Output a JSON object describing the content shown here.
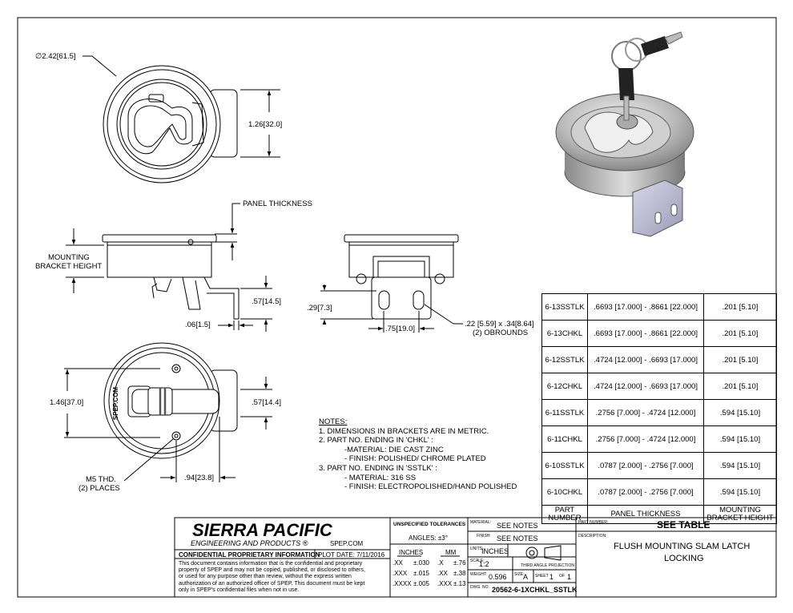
{
  "dimensions": {
    "top_diameter": "∅2.42",
    "top_diameter_mm": "61.5",
    "top_height": "1.26",
    "top_height_mm": "32.0",
    "panel_thickness": "PANEL THICKNESS",
    "mounting_bracket_height_1": "MOUNTING",
    "mounting_bracket_height_2": "BRACKET HEIGHT",
    "side_height": ".57",
    "side_height_mm": "14.5",
    "side_offset": ".06",
    "side_offset_mm": "1.5",
    "front_height": ".29",
    "front_height_mm": "7.3",
    "front_width": ".75",
    "front_width_mm": "19.0",
    "obround_size": ".22 [5.59] x .34[8.64]",
    "obround_count": "(2) OBROUNDS",
    "bottom_height": "1.46",
    "bottom_height_mm": "37.0",
    "bottom_right_height": ".57",
    "bottom_right_height_mm": "14.4",
    "bottom_width": ".94",
    "bottom_width_mm": "23.8",
    "thread": "M5 THD.",
    "thread_places": "(2) PLACES",
    "face_text": "SPEP.COM"
  },
  "notes": {
    "title": "NOTES:",
    "lines": [
      "1.   DIMENSIONS IN BRACKETS ARE IN METRIC.",
      "2.   PART NO. ENDING IN 'CHKL' :",
      "        -MATERIAL: DIE CAST ZINC",
      "        - FINISH: POLISHED/ CHROME PLATED",
      "3.   PART NO. ENDING IN 'SSTLK' :",
      "        - MATERIAL: 316 SS",
      "        - FINISH: ELECTROPOLISHED/HAND POLISHED"
    ]
  },
  "parts_table": {
    "rows": [
      {
        "part": "6-13SSTLK",
        "thickness": ".6693 [17.000] - .8661 [22.000]",
        "bracket": ".201 [5.10]"
      },
      {
        "part": "6-13CHKL",
        "thickness": ".6693 [17.000] - .8661 [22.000]",
        "bracket": ".201 [5.10]"
      },
      {
        "part": "6-12SSTLK",
        "thickness": ".4724 [12.000] - .6693 [17.000]",
        "bracket": ".201 [5.10]"
      },
      {
        "part": "6-12CHKL",
        "thickness": ".4724 [12.000] - .6693 [17.000]",
        "bracket": ".201 [5.10]"
      },
      {
        "part": "6-11SSTLK",
        "thickness": ".2756 [7.000] - .4724 [12.000]",
        "bracket": ".594 [15.10]"
      },
      {
        "part": "6-11CHKL",
        "thickness": ".2756 [7.000] - .4724 [12.000]",
        "bracket": ".594 [15.10]"
      },
      {
        "part": "6-10SSTLK",
        "thickness": ".0787 [2.000] - .2756 [7.000]",
        "bracket": ".594 [15.10]"
      },
      {
        "part": "6-10CHKL",
        "thickness": ".0787 [2.000] - .2756 [7.000]",
        "bracket": ".594 [15.10]"
      }
    ],
    "header": {
      "part_1": "PART",
      "part_2": "NUMBER",
      "thickness": "PANEL THICKNESS",
      "bracket_1": "MOUNTING",
      "bracket_2": "BRACKET HEIGHT"
    }
  },
  "title_block": {
    "company": "SIERRA PACIFIC",
    "subtitle": "ENGINEERING AND PRODUCTS",
    "registered": "®",
    "website": "SPEP.COM",
    "confidential_title": "CONFIDENTIAL PROPRIETARY INFORMATION",
    "plot_date": "PLOT DATE: 7/11/2016",
    "confidential_text": [
      "This document contains information that is the confidential and proprietary",
      "property of SPEP and may not be copied, published, or disclosed to others,",
      "or used for any purpose  other than review, without the express written",
      "authorization of an authorized officer of SPEP. This document must be kept",
      "only in SPEP's confidential files when not in use."
    ],
    "tolerances_title": "UNSPECIFIED TOLERANCES",
    "angles": "ANGLES: ±3°",
    "inches": "INCHES",
    "mm": "MM",
    "tol_rows": [
      {
        "in": ".XX",
        "in_tol": "±.030",
        "mm": ".X",
        "mm_tol": "±.76"
      },
      {
        "in": ".XXX",
        "in_tol": "±.015",
        "mm": ".XX",
        "mm_tol": "±.38"
      },
      {
        "in": ".XXXX",
        "in_tol": "±.005",
        "mm": ".XXX",
        "mm_tol": "±.13"
      }
    ],
    "material_label": "MATERIAL:",
    "material": "SEE NOTES",
    "finish_label": "FINISH:",
    "finish": "SEE NOTES",
    "units_label": "UNITS:",
    "units": "INCHES",
    "scale_label": "SCALE:",
    "scale": "1:2",
    "projection": "THIRD ANGLE PROJECTION",
    "weight_label": "WEIGHT:",
    "weight": "0.596",
    "size_label": "SIZE:",
    "size": "A",
    "sheet_label": "SHEET",
    "sheet": "1",
    "of_label": "OF",
    "of": "1",
    "dwg_label": "DWG. NO.",
    "dwg": "20562-6-1XCHKL_SSTLK",
    "part_number_label": "PART NUMBER:",
    "part_number": "SEE TABLE",
    "description_label": "DESCRIPTION:",
    "description_1": "FLUSH MOUNTING SLAM LATCH",
    "description_2": "LOCKING"
  }
}
